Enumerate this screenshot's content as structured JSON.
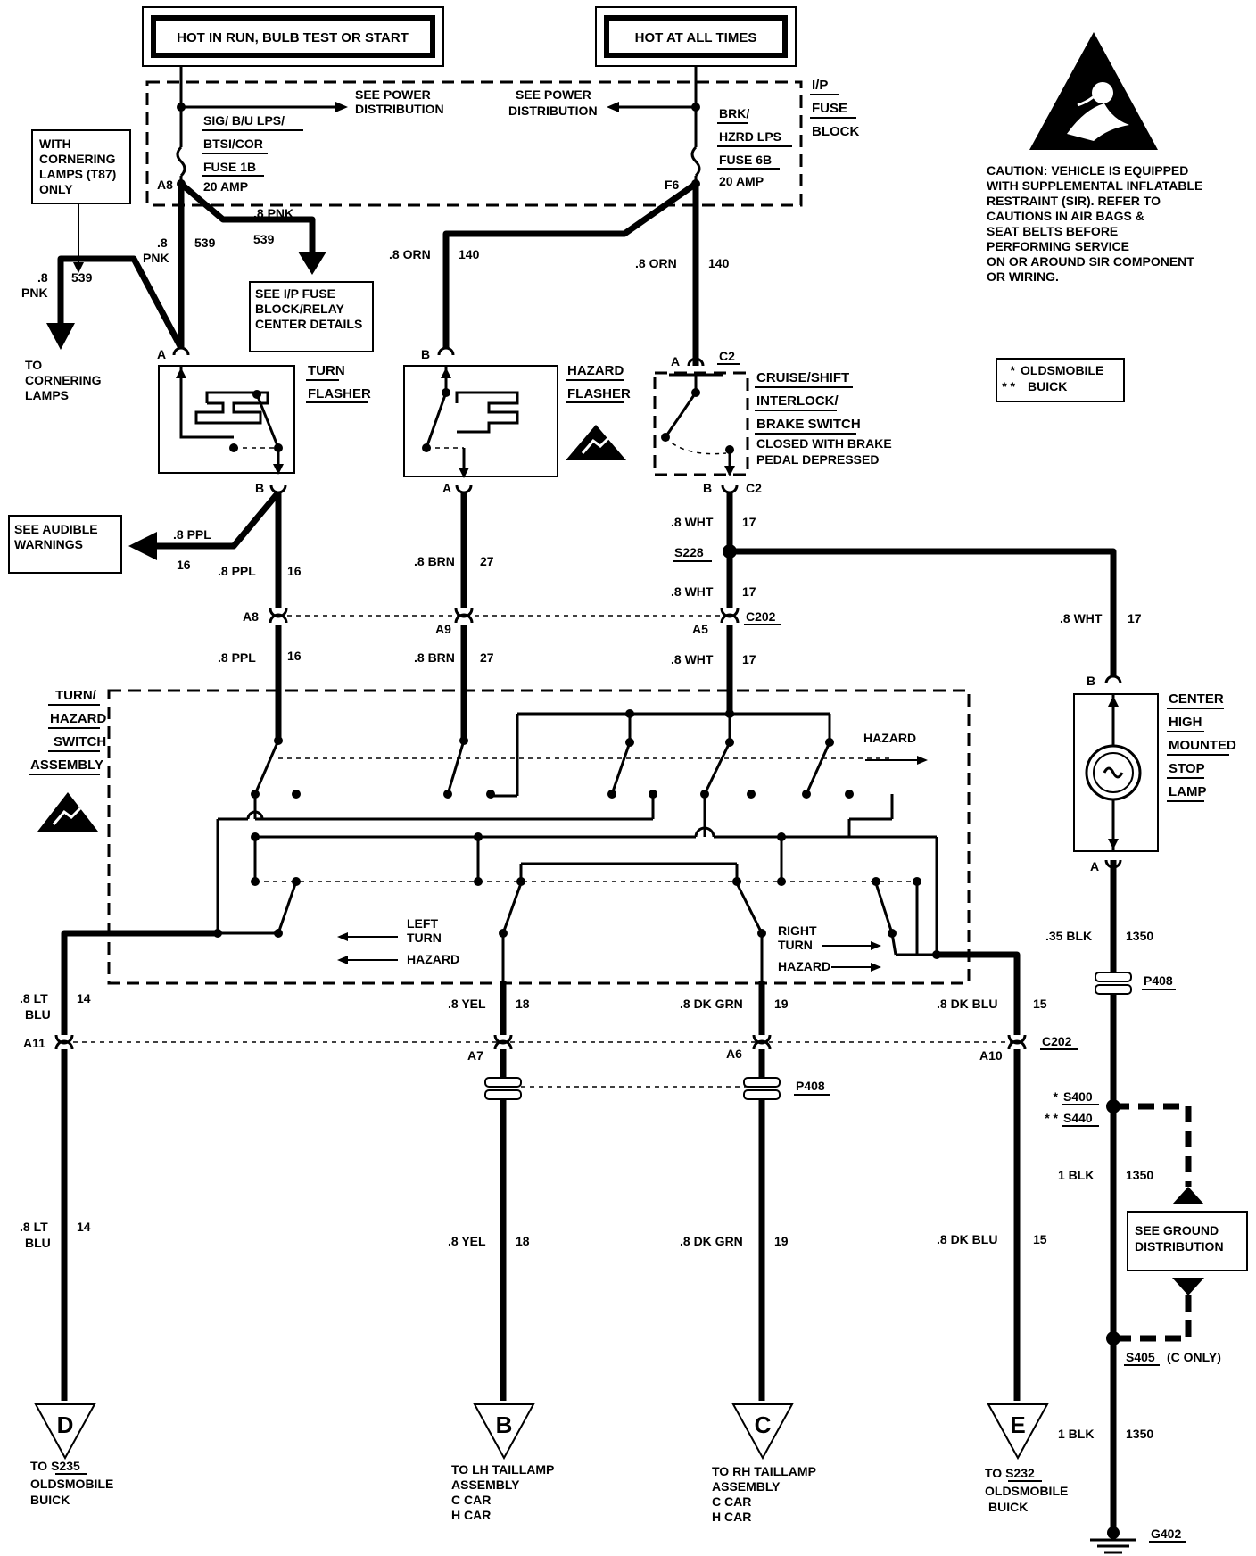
{
  "power_boxes": {
    "hot_in_run": "HOT IN RUN, BULB TEST OR START",
    "hot_at_all_times": "HOT AT ALL TIMES"
  },
  "fuse_block": {
    "label_1": "I/P",
    "label_2": "FUSE",
    "label_3": "BLOCK",
    "see_power_left_1": "SEE POWER",
    "see_power_left_2": "DISTRIBUTION",
    "see_power_right_1": "SEE POWER",
    "see_power_right_2": "DISTRIBUTION",
    "fuse1_l1": "SIG/ B/U LPS/",
    "fuse1_l2": "BTSI/COR",
    "fuse1_l3": "FUSE 1B",
    "fuse1_l4": "20 AMP",
    "fuse1_pin": "A8",
    "fuse2_l1": "BRK/",
    "fuse2_l2": "HZRD LPS",
    "fuse2_l3": "FUSE 6B",
    "fuse2_l4": "20 AMP",
    "fuse2_pin": "F6"
  },
  "caution": {
    "l1": "CAUTION: VEHICLE IS EQUIPPED",
    "l2": "WITH SUPPLEMENTAL INFLATABLE",
    "l3": "RESTRAINT (SIR). REFER TO",
    "l4": "CAUTIONS IN AIR BAGS &",
    "l5": "SEAT BELTS BEFORE",
    "l6": "PERFORMING SERVICE",
    "l7": "ON OR AROUND SIR COMPONENT",
    "l8": "OR WIRING."
  },
  "legend": {
    "olds_mark": "*",
    "olds": "OLDSMOBILE",
    "buick_mark": "* *",
    "buick": "BUICK"
  },
  "cornering": {
    "box_l1": "WITH",
    "box_l2": "CORNERING",
    "box_l3": "LAMPS (T87)",
    "box_l4": "ONLY",
    "wire_gauge": ".8",
    "wire_color": "PNK",
    "wire_num": "539",
    "to_l1": "TO",
    "to_l2": "CORNERING",
    "to_l3": "LAMPS"
  },
  "see_ip": {
    "l1": "SEE I/P FUSE",
    "l2": "BLOCK/RELAY",
    "l3": "CENTER DETAILS",
    "wire_label": ".8 PNK",
    "wire_num": "539"
  },
  "wires": {
    "w539_gauge": ".8",
    "w539_color": "PNK",
    "w539_num": "539",
    "w140_left": ".8 ORN",
    "w140_left_num": "140",
    "w140_right": ".8 ORN",
    "w140_right_num": "140",
    "w16_a": ".8 PPL",
    "w16_a_num": "16",
    "w16_b": ".8 PPL",
    "w16_b_num": "16",
    "w16_c": ".8 PPL",
    "w16_c_num": "16",
    "w27_a": ".8 BRN",
    "w27_a_num": "27",
    "w27_b": ".8 BRN",
    "w27_b_num": "27",
    "w17_a": ".8 WHT",
    "w17_a_num": "17",
    "w17_b": ".8 WHT",
    "w17_b_num": "17",
    "w17_c": ".8 WHT",
    "w17_c_num": "17",
    "w17_d": ".8 WHT",
    "w17_d_num": "17",
    "w14_a_1": ".8 LT",
    "w14_a_2": "BLU",
    "w14_a_num": "14",
    "w14_b_1": ".8 LT",
    "w14_b_2": "BLU",
    "w14_b_num": "14",
    "w18_a": ".8 YEL",
    "w18_a_num": "18",
    "w18_b": ".8 YEL",
    "w18_b_num": "18",
    "w19_a": ".8 DK GRN",
    "w19_a_num": "19",
    "w19_b": ".8 DK GRN",
    "w19_b_num": "19",
    "w15_a": ".8 DK BLU",
    "w15_a_num": "15",
    "w15_b": ".8 DK BLU",
    "w15_b_num": "15",
    "w1350_a": ".35 BLK",
    "w1350_a_num": "1350",
    "w1350_b": "1 BLK",
    "w1350_b_num": "1350",
    "w1350_c": "1 BLK",
    "w1350_c_num": "1350"
  },
  "turn_flasher": {
    "l1": "TURN",
    "l2": "FLASHER",
    "pin_top": "A",
    "pin_bottom": "B"
  },
  "hazard_flasher": {
    "l1": "HAZARD",
    "l2": "FLASHER",
    "pin_top": "B",
    "pin_bottom": "A"
  },
  "brake_switch": {
    "l1": "CRUISE/SHIFT",
    "l2": "INTERLOCK/",
    "l3": "BRAKE SWITCH",
    "l4": "CLOSED WITH BRAKE",
    "l5": "PEDAL DEPRESSED",
    "pin_top": "A",
    "conn_top": "C2",
    "pin_bottom": "B",
    "conn_bottom": "C2"
  },
  "audible": {
    "l1": "SEE AUDIBLE",
    "l2": "WARNINGS",
    "wire_label": ".8 PPL",
    "wire_num": "16"
  },
  "splices": {
    "s228": "S228",
    "s400_mark": "*",
    "s400": "S400",
    "s440_mark": "* *",
    "s440": "S440",
    "s405": "S405",
    "s405_note": "(C ONLY)",
    "g402": "G402"
  },
  "connectors": {
    "c202_top_a8": "A8",
    "c202_top_a9": "A9",
    "c202_top_a5": "A5",
    "c202_top_name": "C202",
    "c202_bot_a11": "A11",
    "c202_bot_a7": "A7",
    "c202_bot_a6": "A6",
    "c202_bot_a10": "A10",
    "c202_bot_name": "C202",
    "p408_right": "P408",
    "p408_mid": "P408",
    "chmsl_top": "B",
    "chmsl_bottom": "A"
  },
  "switch_assembly": {
    "l1": "TURN/",
    "l2": "HAZARD",
    "l3": "SWITCH",
    "l4": "ASSEMBLY",
    "hazard": "HAZARD",
    "left_1": "LEFT",
    "left_2": "TURN",
    "left_3": "HAZARD",
    "right_1": "RIGHT",
    "right_2": "TURN",
    "right_3": "HAZARD"
  },
  "chmsl": {
    "l1": "CENTER",
    "l2": "HIGH",
    "l3": "MOUNTED",
    "l4": "STOP",
    "l5": "LAMP"
  },
  "ground_dist": {
    "l1": "SEE GROUND",
    "l2": "DISTRIBUTION"
  },
  "terminals": {
    "d_letter": "D",
    "d_l1": "TO S235",
    "d_l2": "OLDSMOBILE",
    "d_l3": "BUICK",
    "b_letter": "B",
    "b_l1": "TO LH TAILLAMP",
    "b_l2": "ASSEMBLY",
    "b_l3": "C CAR",
    "b_l4": "H CAR",
    "c_letter": "C",
    "c_l1": "TO RH TAILLAMP",
    "c_l2": "ASSEMBLY",
    "c_l3": "C CAR",
    "c_l4": "H CAR",
    "e_letter": "E",
    "e_l1": "TO S232",
    "e_l2": "OLDSMOBILE",
    "e_l3": "BUICK"
  }
}
